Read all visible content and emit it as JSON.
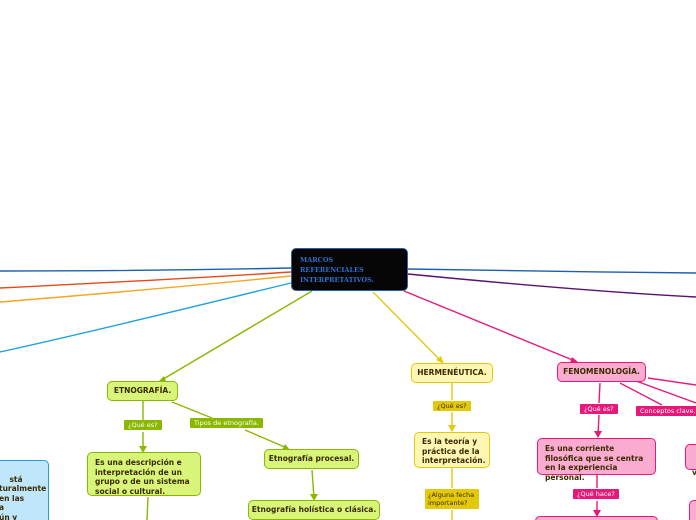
{
  "root": {
    "title": "MARCOS REFERENCIALES INTERPRETATIVOS."
  },
  "etnografia": {
    "title": "ETNOGRAFÍA.",
    "q_label": "¿Qué es?",
    "types_label": "Tipos de etnografía.",
    "definition": "Es una descripción e interpretación de un grupo o de un sistema social o cultural.",
    "type1": "Etnografía procesal.",
    "type2": "Etnografía holística o clásica."
  },
  "hermeneutica": {
    "title": "HERMENÉUTICA.",
    "q_label": "¿Qué es?",
    "definition": "Es la teoría y práctica de la interpretación.",
    "date_label": "¿Alguna fecha importante?"
  },
  "fenomenologia": {
    "title": "FENOMENOLOGÍA.",
    "q_label": "¿Qué es?",
    "concepts_label": "Conceptos clave.",
    "definition": "Es una corriente filosófica que se centra en la experiencia personal.",
    "does_label": "¿Qué hace?",
    "right_partial": "T\nv"
  },
  "left_partial": {
    "text": "stá\nturalmente\nen las\na\nún y"
  },
  "colors": {
    "etnografia": "#8ab800",
    "hermeneutica": "#e3c90a",
    "fenomenologia": "#e6197a",
    "blue_line": "#1f5fb0",
    "red_line": "#e64a19",
    "orange_line": "#f5a623",
    "cyan_line": "#1ea0e0",
    "purple_line": "#5a1170"
  }
}
